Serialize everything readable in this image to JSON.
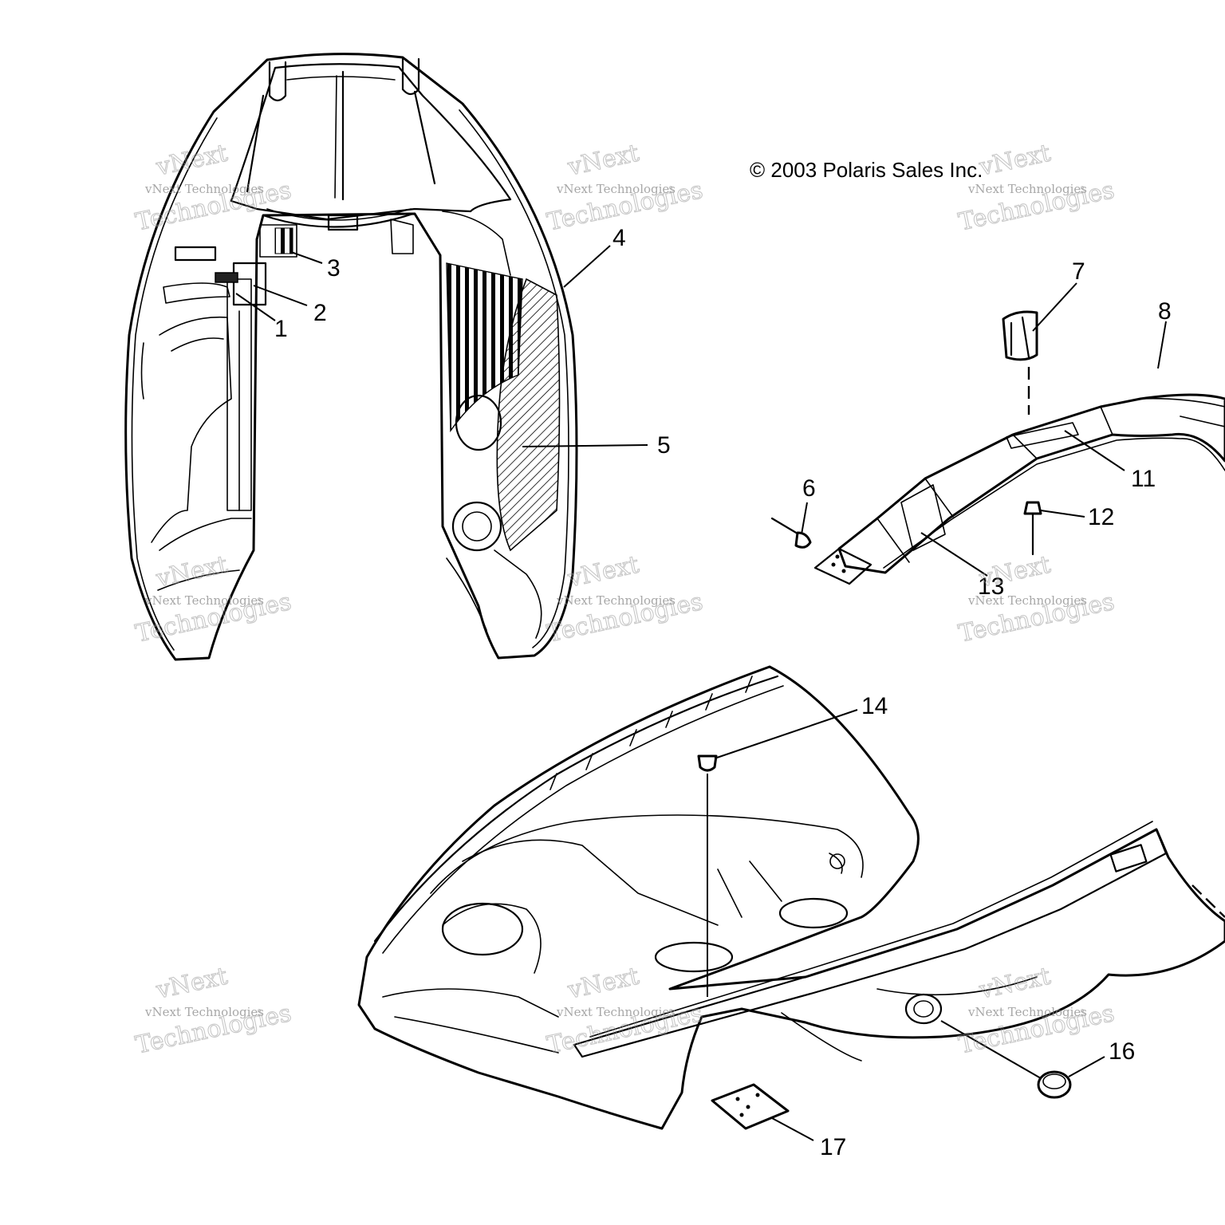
{
  "copyright": "© 2003 Polaris Sales Inc.",
  "watermark": {
    "brand": "vNext",
    "line": "vNext Technologies",
    "big": "Technologies"
  },
  "callouts": [
    "1",
    "2",
    "3",
    "4",
    "5",
    "6",
    "7",
    "8",
    "11",
    "12",
    "13",
    "14",
    "16",
    "17"
  ]
}
